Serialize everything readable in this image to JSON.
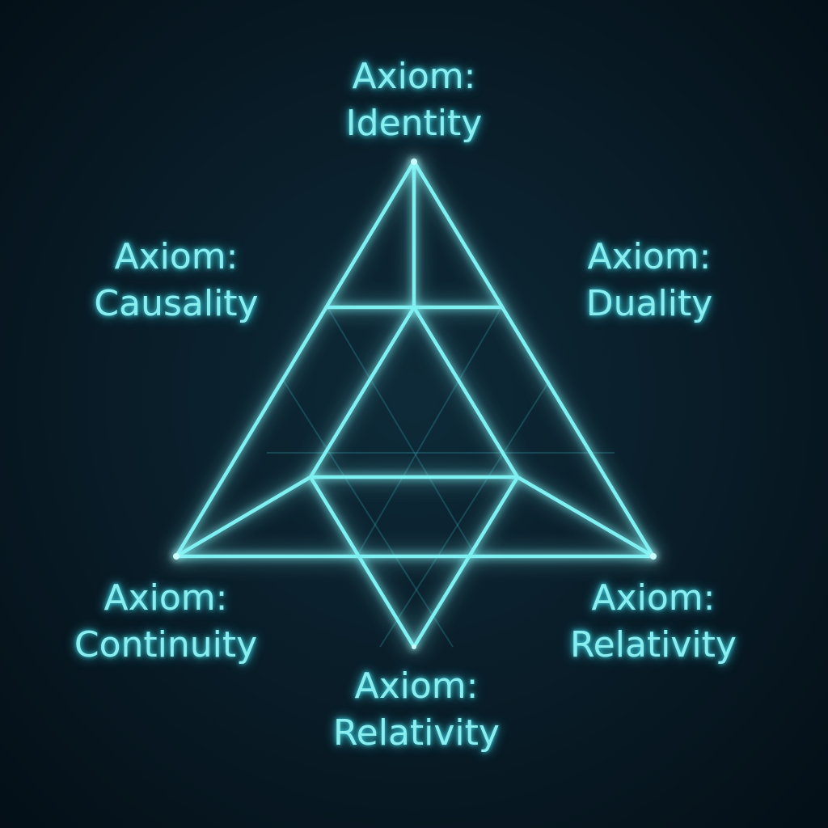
{
  "labels": {
    "identity": {
      "line1": "Axiom:",
      "line2": "Identity"
    },
    "causality": {
      "line1": "Axiom:",
      "line2": "Causality"
    },
    "duality": {
      "line1": "Axiom:",
      "line2": "Duality"
    },
    "continuity": {
      "line1": "Axiom:",
      "line2": "Continuity"
    },
    "relativity_right": {
      "line1": "Axiom:",
      "line2": "Relativity"
    },
    "relativity_bottom": {
      "line1": "Axiom:",
      "line2": "Relativity"
    }
  },
  "colors": {
    "background": "#071722",
    "line": "#7ff0f2",
    "text": "#8aeef0",
    "glow": "#39d3e0"
  }
}
